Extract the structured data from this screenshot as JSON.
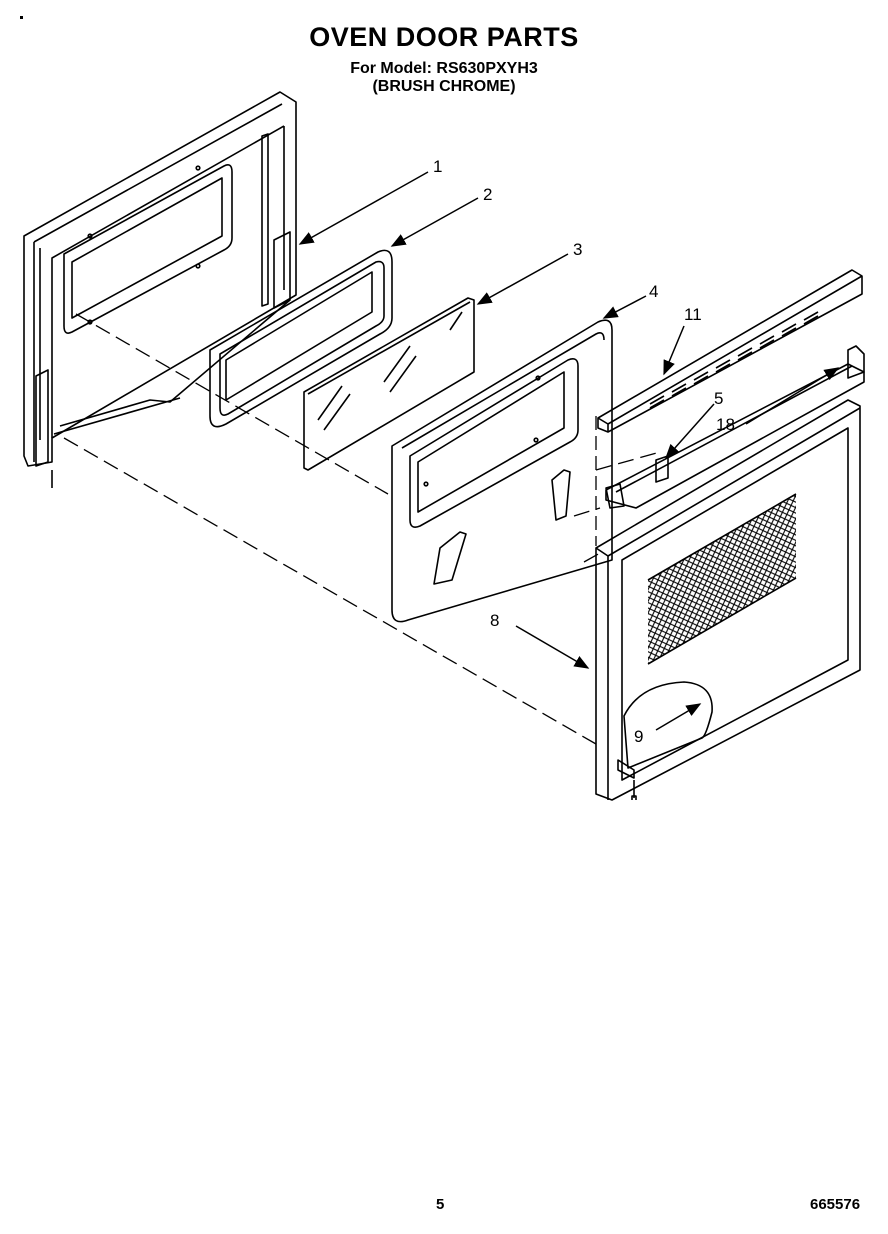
{
  "header": {
    "title": "OVEN DOOR PARTS",
    "model_line": "For Model: RS630PXYH3",
    "finish_line": "(BRUSH CHROME)"
  },
  "footer": {
    "page_number": "5",
    "document_number": "665576"
  },
  "callouts": [
    {
      "id": "callout-1",
      "label": "1"
    },
    {
      "id": "callout-2",
      "label": "2"
    },
    {
      "id": "callout-3",
      "label": "3"
    },
    {
      "id": "callout-4",
      "label": "4"
    },
    {
      "id": "callout-11",
      "label": "11"
    },
    {
      "id": "callout-5",
      "label": "5"
    },
    {
      "id": "callout-18",
      "label": "18"
    },
    {
      "id": "callout-8",
      "label": "8"
    },
    {
      "id": "callout-9",
      "label": "9"
    }
  ]
}
